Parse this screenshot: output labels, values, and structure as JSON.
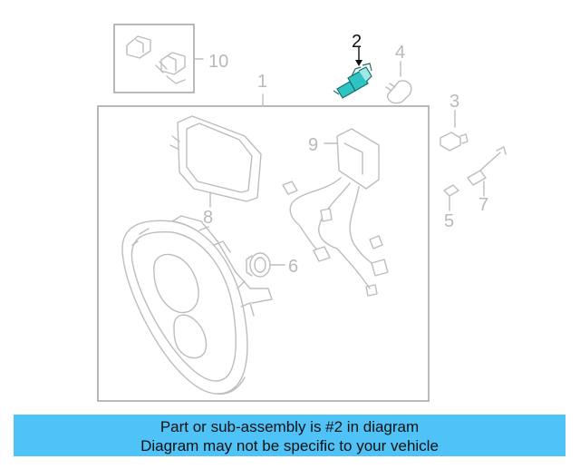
{
  "diagram": {
    "callouts": [
      {
        "id": "1",
        "label": "1"
      },
      {
        "id": "2",
        "label": "2"
      },
      {
        "id": "3",
        "label": "3"
      },
      {
        "id": "4",
        "label": "4"
      },
      {
        "id": "5",
        "label": "5"
      },
      {
        "id": "6",
        "label": "6"
      },
      {
        "id": "7",
        "label": "7"
      },
      {
        "id": "8",
        "label": "8"
      },
      {
        "id": "9",
        "label": "9"
      },
      {
        "id": "10",
        "label": "10"
      }
    ],
    "highlighted_part": "2",
    "colors": {
      "linework": "#bdbdbd",
      "highlight_part": "#2ec4c4",
      "highlight_label": "#111111",
      "caption_background": "#4fc3f7"
    }
  },
  "caption": {
    "line1": "Part or sub-assembly is #2 in diagram",
    "line2": "Diagram may not be specific to your vehicle"
  }
}
